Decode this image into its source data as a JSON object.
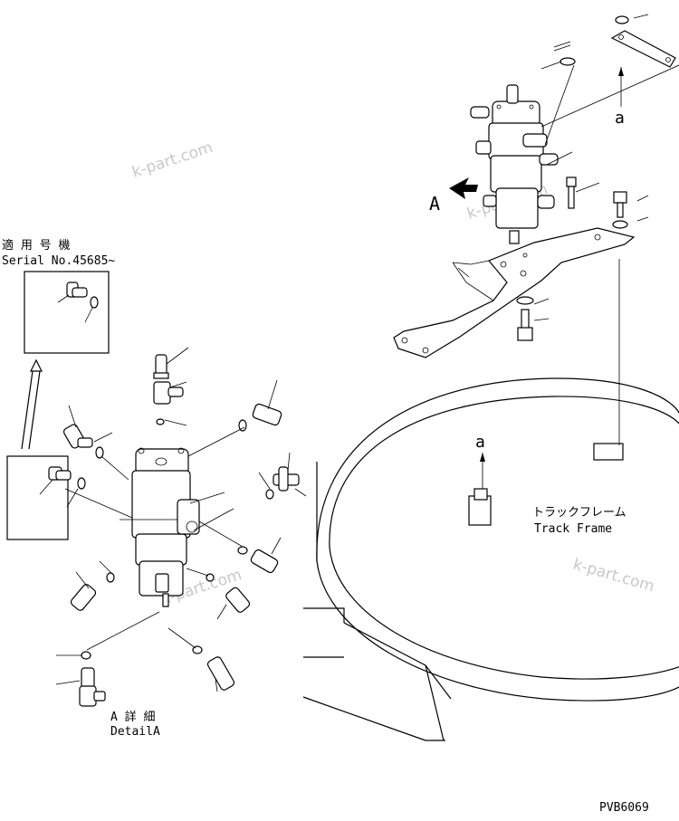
{
  "labels": {
    "applicable_jp": "適 用 号 機",
    "serial": "Serial No.45685~",
    "detail_jp": "A 詳 細",
    "detail_en": "DetailA",
    "track_jp": "トラックフレーム",
    "track_en": "Track Frame",
    "view_letter": "A",
    "ref_a_top": "a",
    "ref_a_bottom": "a",
    "drawing_code": "PVB6069"
  },
  "watermark": {
    "text": "k-part.com",
    "color": "#c8c8c8"
  }
}
